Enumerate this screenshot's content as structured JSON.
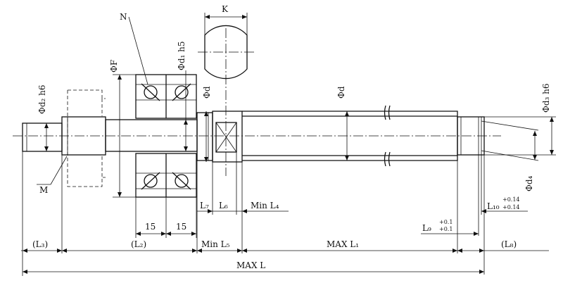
{
  "labels": {
    "K": "K",
    "N": "N",
    "M": "M",
    "phiF": "ΦF",
    "phiD1h5": "Φd₁ h5",
    "phiD": "Φd",
    "phiD2": "Φd",
    "phiD2h6": "Φd₂ h6",
    "phiD3h6": "Φd₃ h6",
    "phiD4": "Φd₄",
    "L7": "L₇",
    "L6": "L₆",
    "minL4": "Min L₄",
    "dim15a": "15",
    "dim15b": "15",
    "L3": "(L₃)",
    "L2": "(L₂)",
    "minL5": "Min L₅",
    "maxL1": "MAX  L₁",
    "L8": "(L₈)",
    "maxL": "MAX  L",
    "L9": "L₉",
    "L9tolUpper": "+0.1",
    "L9tolLower": "+0.1",
    "L10": "L₁₀",
    "L10tolUpper": "+0.14",
    "L10tolLower": "+0.14"
  },
  "colors": {
    "line": "#111111",
    "background": "#ffffff"
  }
}
